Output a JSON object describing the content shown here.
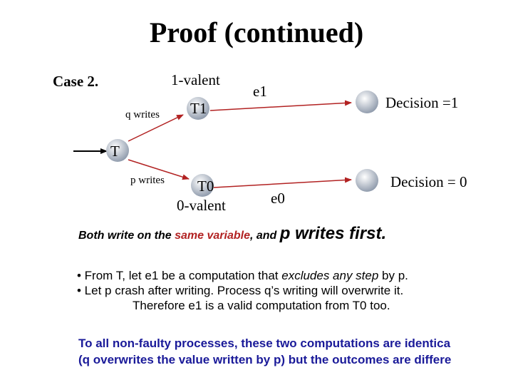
{
  "title": "Proof (continued)",
  "case_label": "Case 2.",
  "diagram": {
    "state_T": "T",
    "state_T1": "T1",
    "state_T0": "T0",
    "label_1valent": "1-valent",
    "label_0valent": "0-valent",
    "edge_q_writes": "q writes",
    "edge_p_writes": "p writes",
    "edge_e1": "e1",
    "edge_e0": "e0",
    "decision_1": "Decision =1",
    "decision_0": "Decision = 0",
    "node_fill_top": "#ffffff",
    "node_fill_bottom": "#8a96a8",
    "edge_color": "#b22222"
  },
  "statement": {
    "part1": "Both write on the ",
    "part2": "same variable",
    "part3": ", and ",
    "part4": "p writes first."
  },
  "bullets": {
    "b1_pre": "• From T, let e1 be a computation that ",
    "b1_em": "excludes any step",
    "b1_post": " by p.",
    "b2": "• Let p crash after writing. Process q’s writing will overwrite it.",
    "b3": "Therefore e1 is a valid computation from T0 too."
  },
  "conclusion": {
    "line1": "To all non-faulty processes, these two computations are identica",
    "line2": "(q overwrites the value written by p) but the outcomes are differe"
  }
}
